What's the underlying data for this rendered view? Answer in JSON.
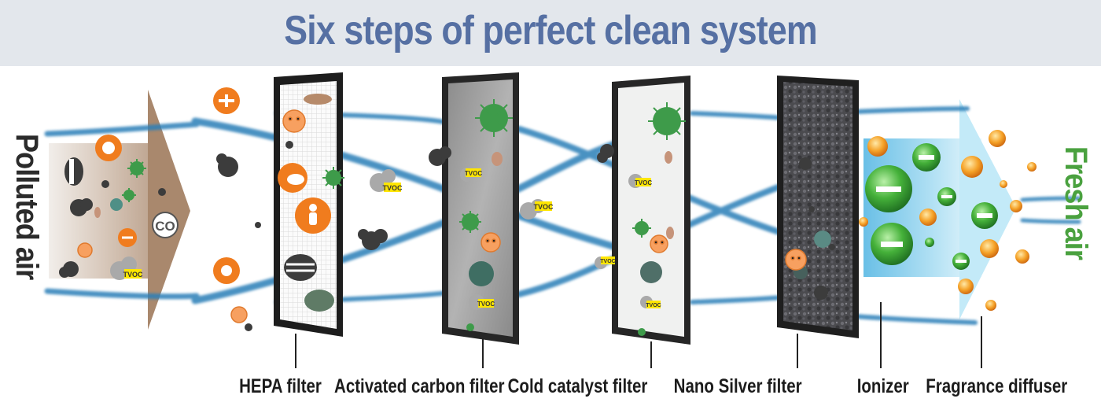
{
  "title": "Six steps of perfect clean system",
  "side_labels": {
    "input": "Polluted air",
    "output": "Fresh air"
  },
  "stages": [
    {
      "label": "HEPA filter"
    },
    {
      "label": "Activated carbon filter"
    },
    {
      "label": "Cold catalyst filter"
    },
    {
      "label": "Nano Silver filter"
    },
    {
      "label": "Ionizer"
    },
    {
      "label": "Fragrance diffuser"
    }
  ],
  "particle_tags": {
    "voc": "TVOC",
    "co": "CO"
  },
  "colors": {
    "header_bg": "#e3e7ec",
    "title": "#5670a3",
    "air_stream": "#2c7fb8",
    "fresh_air_text": "#4aa13f",
    "input_arrow": "#b79a82",
    "output_arrow": "#8fd3ef",
    "pollutant_badge": "#f07c1e",
    "germ": "#3e9b4a",
    "negative_ion": "#2f9c3a",
    "fragrance_drop": "#f39a1f"
  }
}
